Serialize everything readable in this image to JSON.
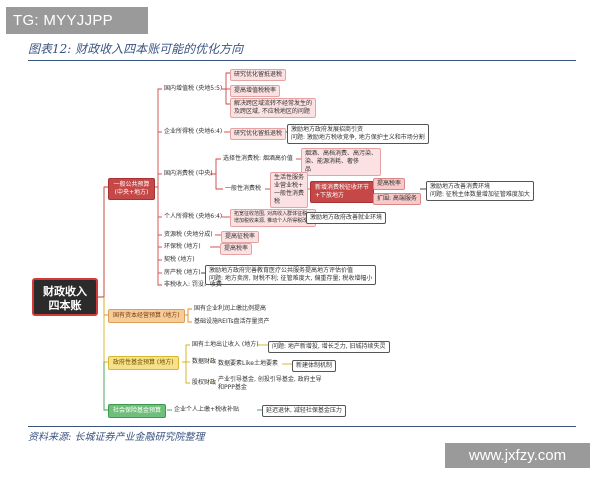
{
  "watermark_top": "TG: MYYJJPP",
  "watermark_bottom": "www.jxfzy.com",
  "title": "图表12: 财政收入四本账可能的优化方向",
  "source": "资料来源: 长城证券产业金融研究院整理",
  "root": {
    "line1": "财政收入",
    "line2": "四本账"
  },
  "branch_general": {
    "line1": "一般公共预算",
    "line2": "(中央+地方)"
  },
  "branch_soe": "国有资本经营预算 (地方)",
  "branch_fund": "政府性基金预算 (地方)",
  "branch_social": "社会保险基金预算",
  "vat": {
    "label": "国内增值税 (央地5:5)",
    "c1": "研究优化留抵退税",
    "c2": "提高增值税税率",
    "c3_l1": "解决跨区域流转不经常发生的",
    "c3_l2": "及跨区域, 不应税地区的问题"
  },
  "cit": {
    "label": "企业所得税 (央地6:4)",
    "c1": "研究优化留抵退税"
  },
  "cit_note": {
    "l1": "激励地方政府发展招商引资",
    "l2": "问题: 激励地方税收竞争, 地方保护主义和市场分割"
  },
  "consumption": {
    "label": "国内消费税 (中央)",
    "g1": "选择性消费税: 烟酒高价值",
    "g1_items_l1": "烟酒、高档消费、高污染、",
    "g1_items_l2": "染、能源消耗、奢侈",
    "g1_items_l3": "品",
    "g2": "一般性消费税",
    "g2_items_l1": "生活性服务",
    "g2_items_l2": "业营业税+",
    "g2_items_l3": "一般性消费",
    "g2_items_l4": "税",
    "new_tax_l1": "新增消费税征收环节",
    "new_tax_l2": "+下放地方",
    "r1": "提高税率",
    "r2": "扩围: 高端服务",
    "note_l1": "激励地方改善消费环境",
    "note_l2": "问题: 征税主体数量增加征管难度加大"
  },
  "pit": {
    "label": "个人所得税 (央地6:4)",
    "c1_l1": "拓宽征收范围, 对高收入群体征税",
    "c1_l2": "增加税收来源, 推动个人所得税改革",
    "note": "激励地方政府改善就业环境"
  },
  "resource_tax": {
    "label": "资源税 (央地分成)",
    "c1": "提高征税率"
  },
  "env_tax": {
    "label": "环保税 (地方)",
    "c1": "提高税率"
  },
  "property_tax": {
    "label": "契税 (地方)"
  },
  "house_tax": {
    "label": "房产税 (地方)"
  },
  "house_note": {
    "l1": "激励地方政府完善教育医疗公共服务提高地方评估价值",
    "l2": "问题: 地方卖房, 财税不利; 征管难度大, 偏重存量; 税收增幅小"
  },
  "nontax": {
    "label": "非税收入: 罚没、收费"
  },
  "soe": {
    "c1": "国有企业利润上缴比例提高",
    "c2": "基础设施REITs盘活存量资产"
  },
  "fund": {
    "land": "国有土地出让收入 (地方)",
    "land_note": "问题: 地产新增投, 增长乏力, 旧城持续失灵",
    "dataf": "数据财政",
    "dataf_c": "数据要素Like土地要素",
    "dataf_note": "新建体制机制",
    "equity": "股权财政",
    "equity_c1": "产业引导基金, 创投引导基金, 政府主导",
    "equity_c2": "和PPP基金"
  },
  "social": {
    "c1": "企业个人上缴+税收补贴",
    "note": "延迟退休, 减轻社保基金压力"
  }
}
